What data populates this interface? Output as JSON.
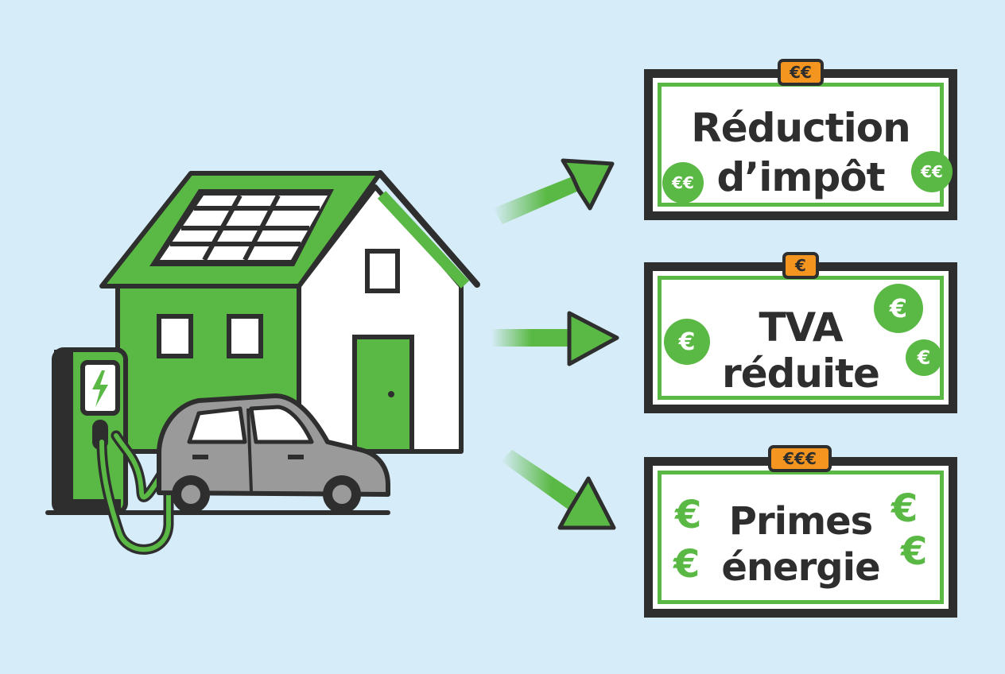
{
  "benefits": [
    {
      "title_line1": "Réduction",
      "title_line2": "d’impôt",
      "badge": "€€",
      "coin_symbol": "€€"
    },
    {
      "title_line1": "TVA",
      "title_line2": "réduite",
      "badge": "€",
      "coin_symbol": "€"
    },
    {
      "title_line1": "Primes",
      "title_line2": "énergie",
      "badge": "€€€",
      "coin_symbol": "€"
    }
  ],
  "colors": {
    "background": "#d6ecf8",
    "green": "#5ab944",
    "dark": "#2e2e2e",
    "orange": "#f3951f",
    "car_gray": "#9a9a9a"
  },
  "icons": [
    "house-icon",
    "solar-panel-icon",
    "charging-station-icon",
    "lightning-bolt-icon",
    "electric-car-icon",
    "arrow-icon",
    "euro-coin-icon"
  ]
}
